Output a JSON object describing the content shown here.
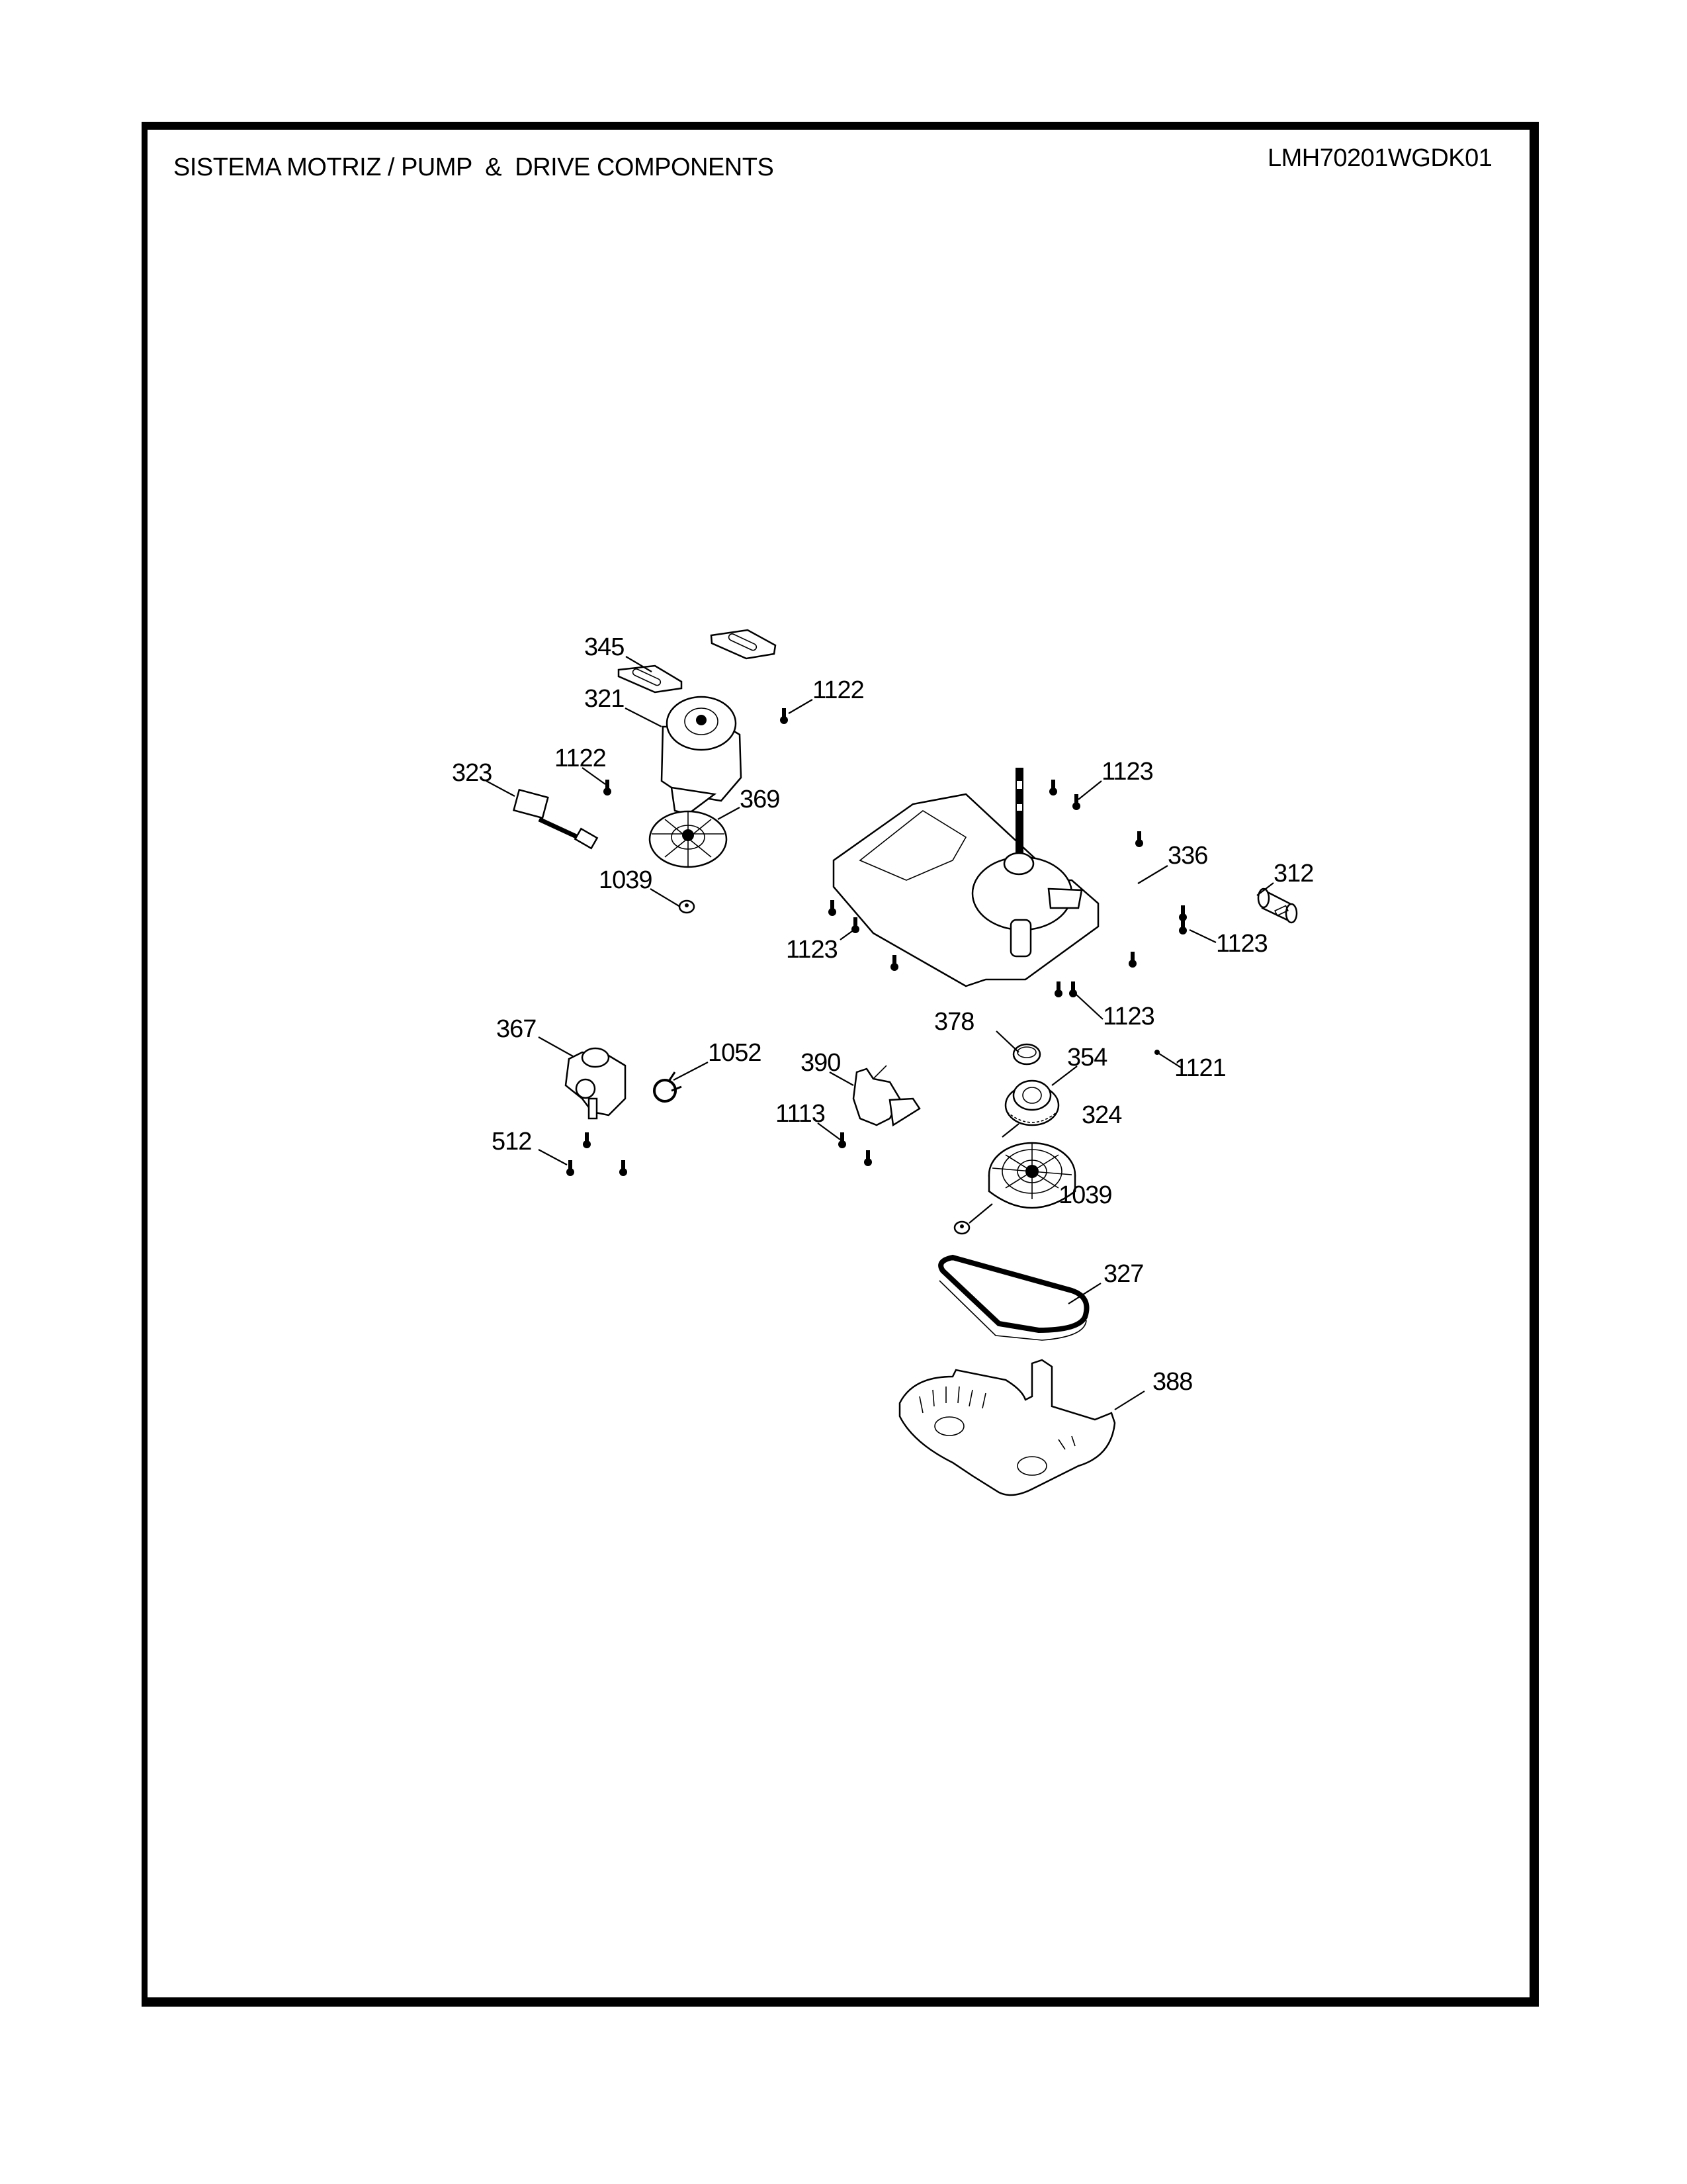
{
  "header": {
    "section_title": "SISTEMA MOTRIZ / PUMP  &  DRIVE COMPONENTS",
    "model_number": "LMH70201WGDK01"
  },
  "parts": [
    {
      "ref": "345",
      "name": "motor-mount-pad"
    },
    {
      "ref": "321",
      "name": "motor"
    },
    {
      "ref": "1122",
      "name": "screw"
    },
    {
      "ref": "1122",
      "name": "screw"
    },
    {
      "ref": "323",
      "name": "wire-harness"
    },
    {
      "ref": "369",
      "name": "fan-pulley"
    },
    {
      "ref": "1039",
      "name": "nut"
    },
    {
      "ref": "1123",
      "name": "screw"
    },
    {
      "ref": "336",
      "name": "gearcase-base"
    },
    {
      "ref": "312",
      "name": "capacitor"
    },
    {
      "ref": "1123",
      "name": "screw"
    },
    {
      "ref": "1123",
      "name": "screw"
    },
    {
      "ref": "1123",
      "name": "screw"
    },
    {
      "ref": "378",
      "name": "ring"
    },
    {
      "ref": "354",
      "name": "gear"
    },
    {
      "ref": "1121",
      "name": "pin"
    },
    {
      "ref": "367",
      "name": "drain-pump"
    },
    {
      "ref": "1052",
      "name": "clamp"
    },
    {
      "ref": "512",
      "name": "screw"
    },
    {
      "ref": "390",
      "name": "actuator"
    },
    {
      "ref": "1113",
      "name": "screw"
    },
    {
      "ref": "324",
      "name": "pulley"
    },
    {
      "ref": "1039",
      "name": "nut"
    },
    {
      "ref": "327",
      "name": "belt"
    },
    {
      "ref": "388",
      "name": "belt-cover"
    }
  ]
}
